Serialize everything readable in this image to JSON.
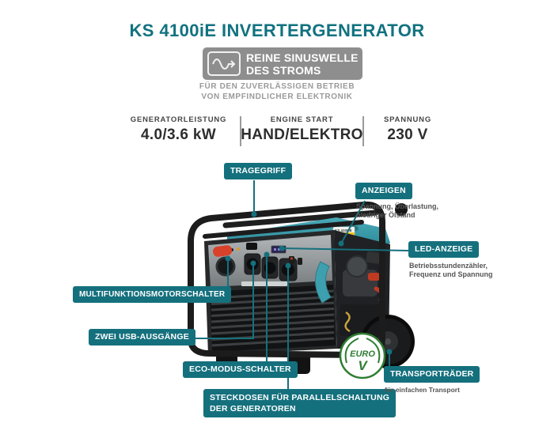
{
  "title": "KS 4100iE INVERTERGENERATOR",
  "sine_badge": {
    "line1": "REINE SINUSWELLE",
    "line2": "DES STROMS"
  },
  "subtitle": {
    "line1": "FÜR DEN ZUVERLÄSSIGEN BETRIEB",
    "line2": "VON EMPFINDLICHER ELEKTRONIK"
  },
  "specs": {
    "generator": {
      "label": "GENERATORLEISTUNG",
      "value": "4.0/3.6 kW"
    },
    "engine": {
      "label": "ENGINE START",
      "value": "HAND/ELEKTRO"
    },
    "voltage": {
      "label": "SPANNUNG",
      "value": "230 V"
    }
  },
  "callouts": {
    "tragegriff": {
      "label": "TRAGEGRIFF"
    },
    "anzeigen": {
      "label": "ANZEIGEN",
      "note1": "Spannung, Überlastung,",
      "note2": "niedriger Ölstand"
    },
    "led": {
      "label": "LED-ANZEIGE",
      "note1": "Betriebsstundenzähler,",
      "note2": "Frequenz und Spannung"
    },
    "multi": {
      "label": "MULTIFUNKTIONSMOTORSCHALTER"
    },
    "usb": {
      "label": "ZWEI USB-AUSGÄNGE"
    },
    "eco": {
      "label": "ECO-MODUS-SCHALTER"
    },
    "parallel": {
      "line1": "STECKDOSEN FÜR PARALLELSCHALTUNG",
      "line2": "DER GENERATOREN"
    },
    "wheels": {
      "label": "TRANSPORTRÄDER",
      "note": "für einfachen Transport"
    }
  },
  "product": {
    "sticker": "KS 4100iE",
    "euro_line1": "EURO",
    "euro_line2": "V"
  },
  "colors": {
    "accent_teal": "#15707d",
    "title_teal": "#117280",
    "badge_gray": "#8e8e8e",
    "note_gray": "#555555",
    "euro_green": "#2e7d32",
    "body_teal": "#3a9dad",
    "frame_black": "#1c1c1d"
  }
}
